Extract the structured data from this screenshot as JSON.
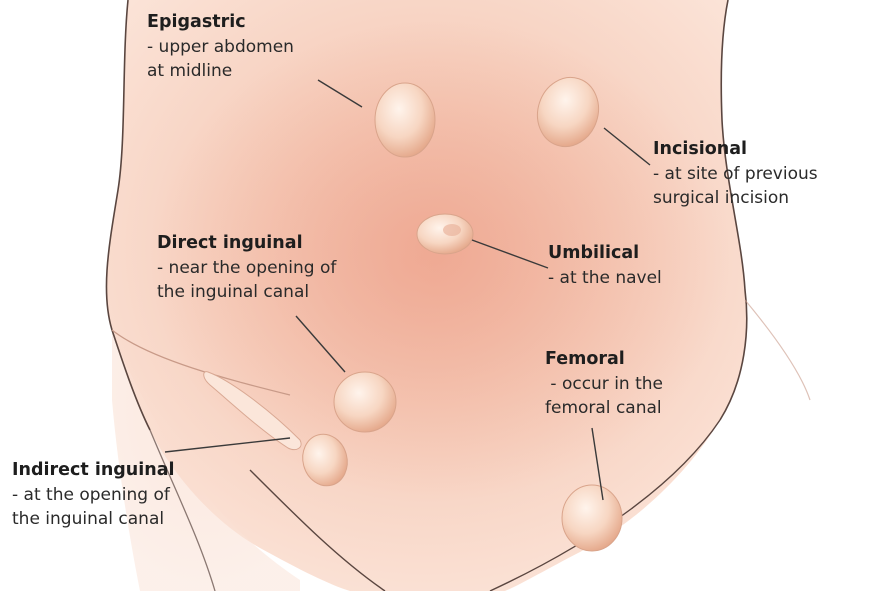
{
  "labels": {
    "epigastric": {
      "title": "Epigastric",
      "lines": [
        "- upper abdomen",
        "at midline"
      ]
    },
    "incisional": {
      "title": "Incisional",
      "lines": [
        "- at site of previous",
        "surgical incision"
      ]
    },
    "direct_inguinal": {
      "title": "Direct inguinal",
      "lines": [
        "- near the opening of",
        "the inguinal canal"
      ]
    },
    "umbilical": {
      "title": "Umbilical",
      "lines": [
        "- at the navel"
      ]
    },
    "femoral": {
      "title": "Femoral",
      "lines": [
        " - occur in the",
        "femoral canal"
      ]
    },
    "indirect_inguinal": {
      "title": "Indirect inguinal",
      "lines": [
        "- at the opening of",
        "the inguinal canal"
      ]
    }
  },
  "colors": {
    "skin_light": "#fbe4d8",
    "skin_mid": "#f4cbb6",
    "skin_shadow": "#e9a98f",
    "outline": "#5a4640",
    "leader": "#3a3a3a",
    "text": "#2a2a2a"
  }
}
